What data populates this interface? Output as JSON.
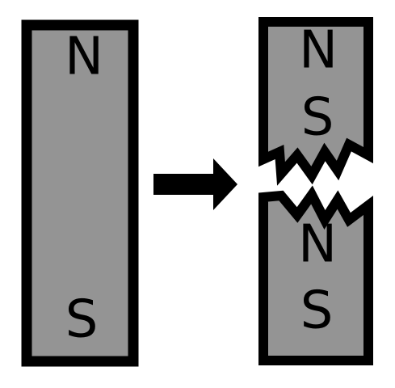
{
  "diagram": {
    "whole_magnet": {
      "top_pole": "N",
      "bottom_pole": "S"
    },
    "broken_magnet": {
      "upper_piece": {
        "top_pole": "N",
        "bottom_pole": "S"
      },
      "lower_piece": {
        "top_pole": "N",
        "bottom_pole": "S"
      }
    }
  },
  "colors": {
    "magnet_fill": "#949494",
    "outline": "#000000",
    "arrow": "#000000",
    "background": "#ffffff"
  },
  "icons": {
    "arrow": "right-arrow-icon"
  }
}
